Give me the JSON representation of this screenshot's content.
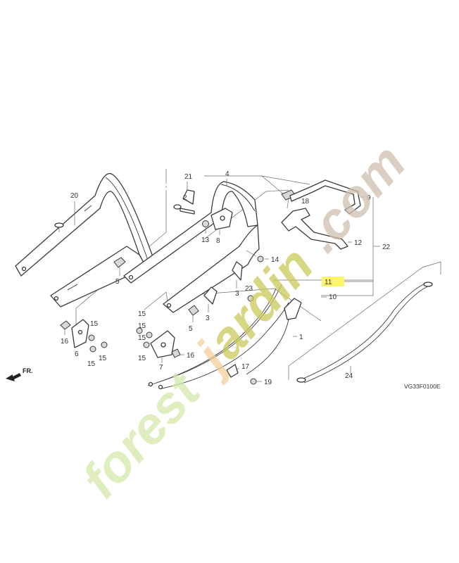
{
  "diagram": {
    "diagram_code": "VG33F0100E",
    "front_label": "FR.",
    "watermark": "forestjardin.com",
    "highlight_color": "#fff36b",
    "watermark_colors": {
      "green": "#d3e8a8",
      "orange": "#f6cf98",
      "olive": "#c8c85a",
      "brown": "#cdbfae"
    },
    "callouts": {
      "c1": "1",
      "c2": "2",
      "c3a": "3",
      "c3b": "3",
      "c4": "4",
      "c5a": "5",
      "c5b": "5",
      "c6": "6",
      "c7": "7",
      "c8": "8",
      "c9": "9",
      "c10": "10",
      "c11": "11",
      "c12": "12",
      "c13": "13",
      "c14": "14",
      "c15a": "15",
      "c15b": "15",
      "c15c": "15",
      "c15d": "15",
      "c15e": "15",
      "c15f": "15",
      "c15g": "15",
      "c16a": "16",
      "c16b": "16",
      "c17": "17",
      "c18": "18",
      "c19": "19",
      "c20": "20",
      "c21": "21",
      "c22": "22",
      "c23": "23",
      "c24": "24"
    }
  }
}
